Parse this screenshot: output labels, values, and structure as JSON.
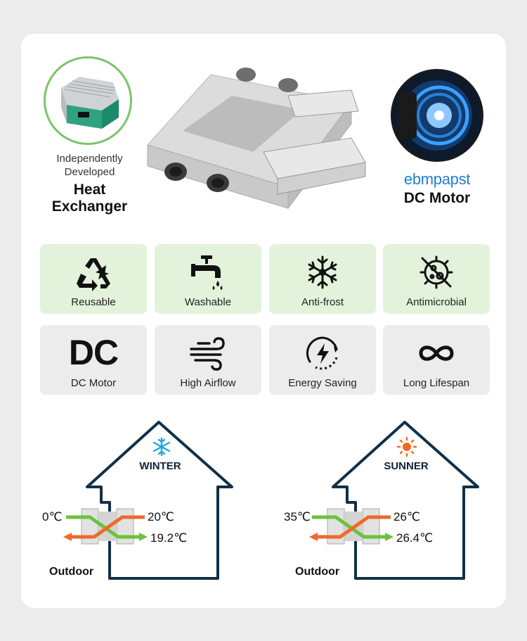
{
  "hero": {
    "heat_exchanger": {
      "line1": "Independently",
      "line2": "Developed",
      "title_line1": "Heat",
      "title_line2": "Exchanger"
    },
    "motor": {
      "brand": "ebmpapst",
      "title": "DC Motor"
    }
  },
  "features": [
    {
      "label": "Reusable",
      "icon": "recycle-icon",
      "bg": "#e3f3db"
    },
    {
      "label": "Washable",
      "icon": "faucet-icon",
      "bg": "#e3f3db"
    },
    {
      "label": "Anti-frost",
      "icon": "snowflake-icon",
      "bg": "#e3f3db"
    },
    {
      "label": "Antimicrobial",
      "icon": "no-bacteria-icon",
      "bg": "#e3f3db"
    },
    {
      "label": "DC Motor",
      "icon_text": "DC",
      "bg": "#ececec"
    },
    {
      "label": "High Airflow",
      "icon": "wind-icon",
      "bg": "#ececec"
    },
    {
      "label": "Energy Saving",
      "icon": "energy-bolt-icon",
      "bg": "#ececec"
    },
    {
      "label": "Long Lifespan",
      "icon": "infinity-icon",
      "bg": "#ececec"
    }
  ],
  "seasons": {
    "winter": {
      "label": "WINTER",
      "outdoor_temp": "0℃",
      "indoor_temp": "20℃",
      "supply_temp": "19.2℃",
      "outdoor_label": "Outdoor"
    },
    "summer": {
      "label": "SUNNER",
      "outdoor_temp": "35℃",
      "indoor_temp": "26℃",
      "supply_temp": "26.4℃",
      "outdoor_label": "Outdoor"
    }
  },
  "colors": {
    "accent_green": "#7dc36c",
    "arrow_green": "#6cc23a",
    "arrow_orange": "#ee6a2a",
    "winter_blue": "#22a6e0",
    "sun_orange": "#f06a25",
    "brand_blue": "#1f7fd3"
  }
}
